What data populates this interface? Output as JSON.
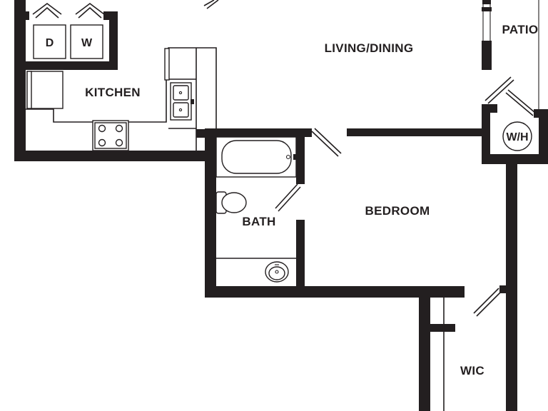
{
  "rooms": {
    "living_dining": "LIVING/DINING",
    "patio": "PATIO",
    "kitchen": "KITCHEN",
    "bath": "BATH",
    "bedroom": "BEDROOM",
    "wic": "WIC"
  },
  "appliances": {
    "dryer": "D",
    "washer": "W",
    "water_heater": "W/H"
  },
  "colors": {
    "wall": "#231f20",
    "background": "#ffffff"
  }
}
